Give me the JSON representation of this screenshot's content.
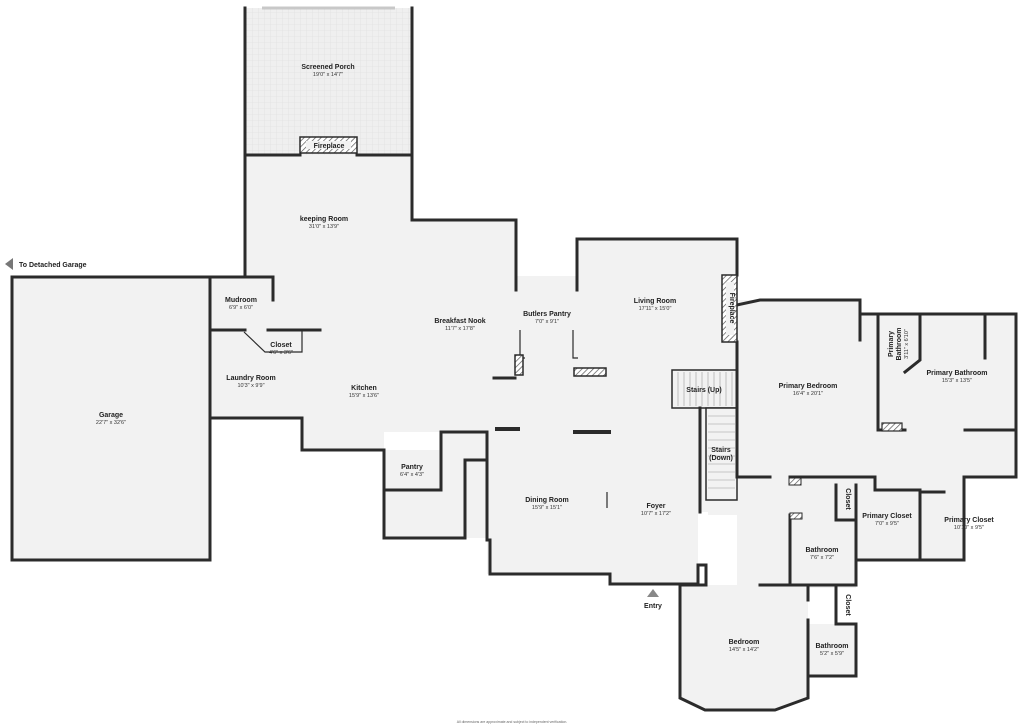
{
  "colors": {
    "floor": "#f2f2f2",
    "wall": "#2b2b2b",
    "porch": "#ececec",
    "hatch": "#555555"
  },
  "arrows": {
    "to_detached_garage": "To Detached Garage",
    "entry": "Entry"
  },
  "rooms": {
    "screened_porch": {
      "name": "Screened Porch",
      "dim": "19'0\" x 14'7\""
    },
    "keeping_room": {
      "name": "keeping Room",
      "dim": "31'0\" x 13'9\""
    },
    "garage": {
      "name": "Garage",
      "dim": "22'7\" x 32'6\""
    },
    "mudroom": {
      "name": "Mudroom",
      "dim": "6'9\" x 6'0\""
    },
    "closet_laundry": {
      "name": "Closet",
      "dim": "4'6\" x 3'6\""
    },
    "laundry_room": {
      "name": "Laundry Room",
      "dim": "10'3\" x 9'9\""
    },
    "kitchen": {
      "name": "Kitchen",
      "dim": "15'9\" x 13'6\""
    },
    "breakfast_nook": {
      "name": "Breakfast Nook",
      "dim": "11'7\" x 17'8\""
    },
    "butlers_pantry": {
      "name": "Butlers Pantry",
      "dim": "7'0\" x 9'1\""
    },
    "living_room": {
      "name": "Living Room",
      "dim": "17'11\" x 15'0\""
    },
    "pantry": {
      "name": "Pantry",
      "dim": "6'4\" x 4'3\""
    },
    "dining_room": {
      "name": "Dining Room",
      "dim": "15'9\" x 15'1\""
    },
    "foyer": {
      "name": "Foyer",
      "dim": "10'7\" x 17'2\""
    },
    "primary_bedroom": {
      "name": "Primary Bedroom",
      "dim": "16'4\" x 20'1\""
    },
    "primary_bathroom_small": {
      "name_line1": "Primary",
      "name_line2": "Bathroom",
      "dim": "3'11\" x 6'10\""
    },
    "primary_bathroom": {
      "name": "Primary Bathroom",
      "dim": "15'3\" x 13'5\""
    },
    "primary_closet_1": {
      "name": "Primary Closet",
      "dim": "7'0\" x 9'5\""
    },
    "primary_closet_2": {
      "name": "Primary Closet",
      "dim": "10'10\" x 9'5\""
    },
    "closet_upper": {
      "name": "Closet"
    },
    "closet_lower": {
      "name": "Closet"
    },
    "bathroom_1": {
      "name": "Bathroom",
      "dim": "7'6\" x 7'2\""
    },
    "bathroom_2": {
      "name": "Bathroom",
      "dim": "5'2\" x 5'9\""
    },
    "bedroom": {
      "name": "Bedroom",
      "dim": "14'5\" x 14'2\""
    }
  },
  "features": {
    "fireplace_porch": "Fireplace",
    "fireplace_living": "Fireplace",
    "stairs_up": "Stairs (Up)",
    "stairs_down_line1": "Stairs",
    "stairs_down_line2": "(Down)"
  },
  "footer": {
    "disclaimer": "All dimensions are approximate and subject to independent verification."
  }
}
